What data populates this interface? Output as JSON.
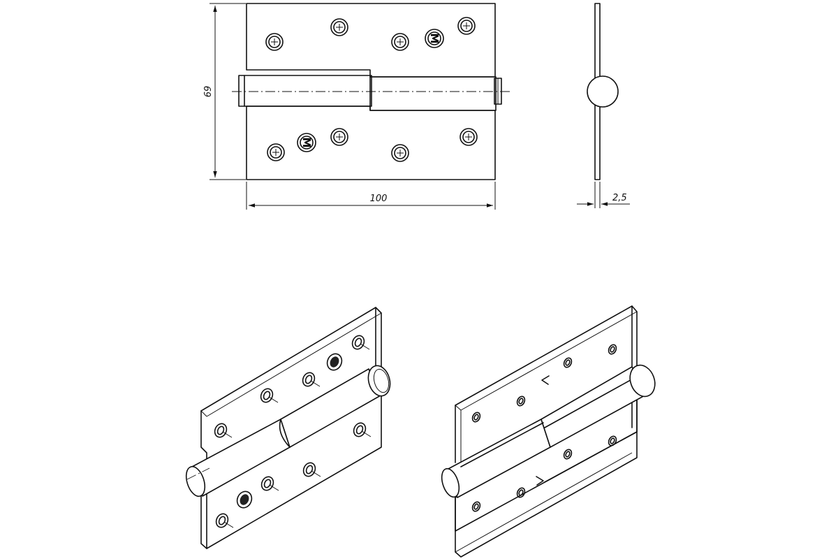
{
  "dimensions": {
    "height_label": "69",
    "width_label": "100",
    "thickness_label": "2,5"
  },
  "marks": {
    "logo_letter": "M"
  },
  "views": [
    "front-view",
    "side-view",
    "isometric-left",
    "isometric-right"
  ]
}
